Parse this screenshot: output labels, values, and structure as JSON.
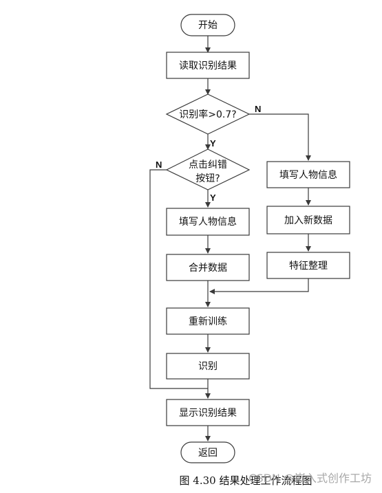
{
  "nodes": {
    "start": "开始",
    "read_result": "读取识别结果",
    "decision_rate": "识别率>0.7?",
    "decision_button_line1": "点击纠错",
    "decision_button_line2": "按钮?",
    "fill_info_left": "填写人物信息",
    "merge_data": "合并数据",
    "fill_info_right": "填写人物信息",
    "add_new_data": "加入新数据",
    "feature_organize": "特征整理",
    "retrain": "重新训练",
    "recognize": "识别",
    "show_result": "显示识别结果",
    "return": "返回"
  },
  "branches": {
    "rate_no": "N",
    "rate_yes": "Y",
    "button_no": "N",
    "button_yes": "Y"
  },
  "caption": "图 4.30 结果处理工作流程图",
  "watermark": "CSDN @嵌入式创作工坊"
}
